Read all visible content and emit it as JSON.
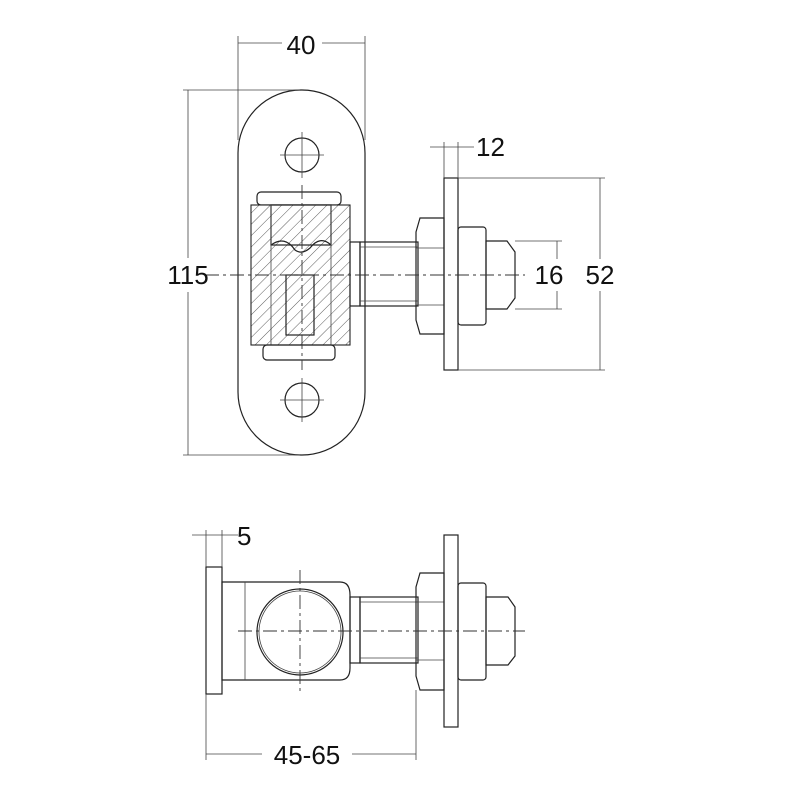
{
  "dimensions": {
    "width": "40",
    "height": "115",
    "plate_thickness": "12",
    "thread_diameter": "16",
    "washer_height": "52",
    "flange_thickness": "5",
    "adjustment_range": "45-65"
  }
}
